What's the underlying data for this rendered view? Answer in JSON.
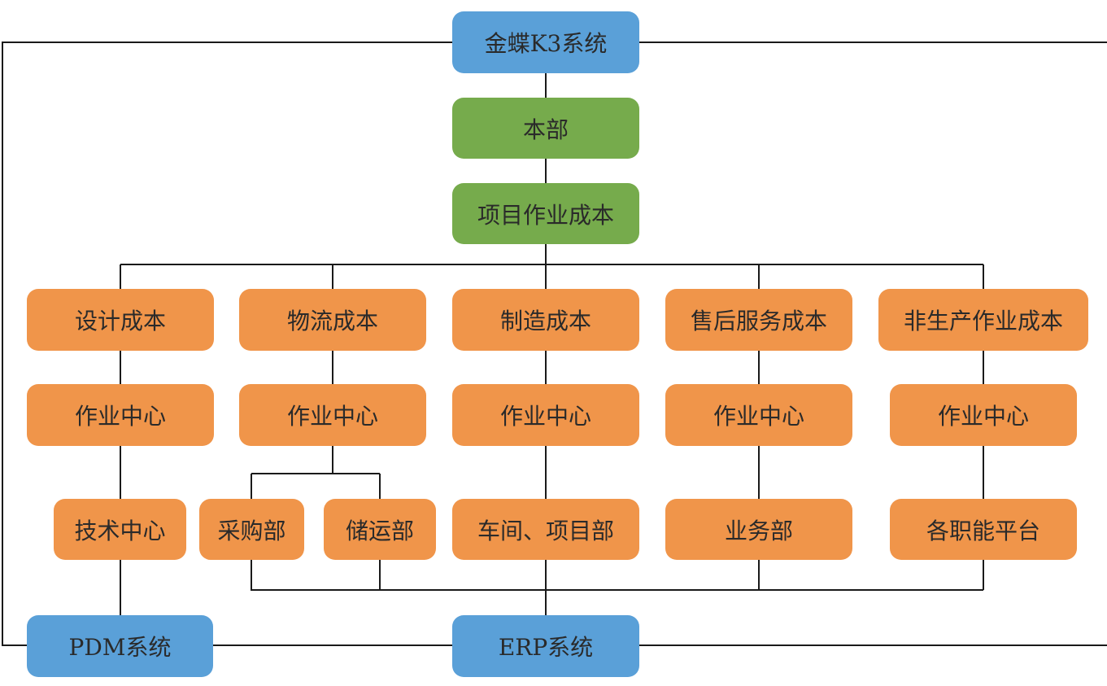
{
  "nodes": {
    "kingdee_k3": "金蝶K3系统",
    "headquarters": "本部",
    "project_cost": "项目作业成本",
    "design_cost": "设计成本",
    "logistics_cost": "物流成本",
    "manufacturing_cost": "制造成本",
    "after_sales_cost": "售后服务成本",
    "non_production_cost": "非生产作业成本",
    "center_1": "作业中心",
    "center_2": "作业中心",
    "center_3": "作业中心",
    "center_4": "作业中心",
    "center_5": "作业中心",
    "tech_center": "技术中心",
    "purchasing": "采购部",
    "storage_transport": "储运部",
    "workshop_project": "车间、项目部",
    "business_dept": "业务部",
    "functional_platforms": "各职能平台",
    "pdm_system": "PDM系统",
    "erp_system": "ERP系统"
  },
  "colors": {
    "system": "#5aa0d8",
    "top_level": "#76ab4c",
    "cost_unit": "#f0954a",
    "connector": "#1a1a1a"
  }
}
